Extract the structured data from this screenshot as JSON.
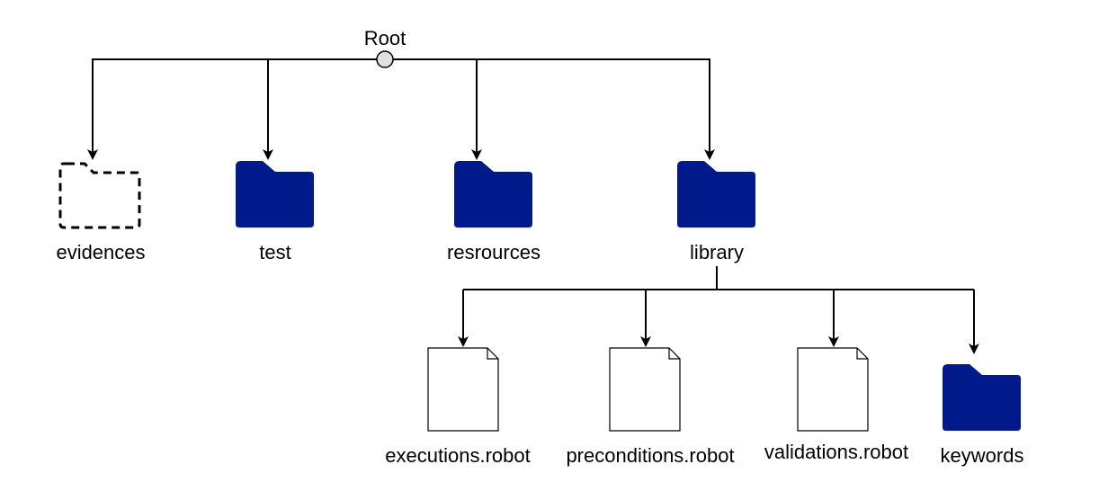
{
  "diagram": {
    "type": "folder-tree",
    "colors": {
      "folder": "#001A8C",
      "line": "#000000",
      "root_node": "#E0E0E0",
      "file_fill": "#FFFFFF"
    },
    "root": {
      "label": "Root",
      "icon": "circle-node-icon"
    },
    "children": [
      {
        "label": "evidences",
        "icon": "dashed-folder-icon",
        "kind": "placeholder-folder"
      },
      {
        "label": "test",
        "icon": "folder-icon",
        "kind": "folder"
      },
      {
        "label": "resrources",
        "icon": "folder-icon",
        "kind": "folder"
      },
      {
        "label": "library",
        "icon": "folder-icon",
        "kind": "folder",
        "children": [
          {
            "label": "executions.robot",
            "icon": "file-icon",
            "kind": "file"
          },
          {
            "label": "preconditions.robot",
            "icon": "file-icon",
            "kind": "file"
          },
          {
            "label": "validations.robot",
            "icon": "file-icon",
            "kind": "file"
          },
          {
            "label": "keywords",
            "icon": "folder-icon",
            "kind": "folder"
          }
        ]
      }
    ]
  }
}
